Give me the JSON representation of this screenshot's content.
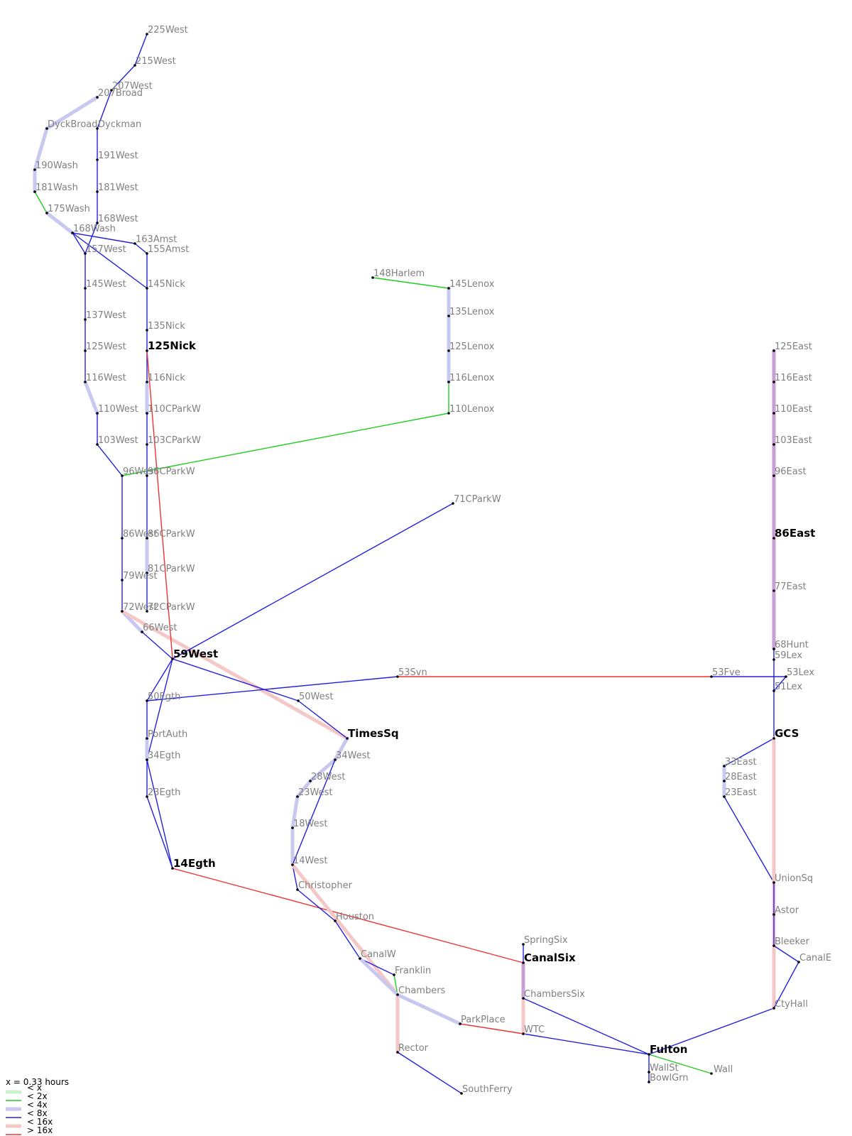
{
  "legend": {
    "unit": "x = 0.33 hours",
    "items": [
      {
        "label": "< x",
        "color": "#c8f5c8",
        "bold": true
      },
      {
        "label": "< 2x",
        "color": "#22cc22",
        "bold": false
      },
      {
        "label": "< 4x",
        "color": "#c8c8f0",
        "bold": true
      },
      {
        "label": "< 8x",
        "color": "#2222dd",
        "bold": false
      },
      {
        "label": "< 16x",
        "color": "#f5c8c8",
        "bold": true
      },
      {
        "label": "> 16x",
        "color": "#ee3333",
        "bold": false
      }
    ]
  },
  "styles": {
    "g": {
      "color": "#22cc22",
      "bold": false
    },
    "lb": {
      "color": "#c8c8f0",
      "bold": true
    },
    "b": {
      "color": "#2222dd",
      "bold": false
    },
    "lr": {
      "color": "#f5c8c8",
      "bold": true
    },
    "r": {
      "color": "#ee3333",
      "bold": false
    },
    "pu": {
      "color": "#c8a0d8",
      "bold": true
    }
  },
  "stations": [
    {
      "id": "225West",
      "label": "225West"
    },
    {
      "id": "215West",
      "label": "215West"
    },
    {
      "id": "207West",
      "label": "207West"
    },
    {
      "id": "207Broad",
      "label": "207Broad"
    },
    {
      "id": "DyckBroad",
      "label": "DyckBroad"
    },
    {
      "id": "Dyckman",
      "label": "Dyckman"
    },
    {
      "id": "191West",
      "label": "191West"
    },
    {
      "id": "190Wash",
      "label": "190Wash"
    },
    {
      "id": "181Wash",
      "label": "181Wash"
    },
    {
      "id": "181West",
      "label": "181West"
    },
    {
      "id": "175Wash",
      "label": "175Wash"
    },
    {
      "id": "168West",
      "label": "168West"
    },
    {
      "id": "168Wash",
      "label": "168Wash"
    },
    {
      "id": "163Amst",
      "label": "163Amst"
    },
    {
      "id": "155Amst",
      "label": "155Amst"
    },
    {
      "id": "157West",
      "label": "157West"
    },
    {
      "id": "145West",
      "label": "145West"
    },
    {
      "id": "145Nick",
      "label": "145Nick"
    },
    {
      "id": "137West",
      "label": "137West"
    },
    {
      "id": "135Nick",
      "label": "135Nick"
    },
    {
      "id": "125West",
      "label": "125West"
    },
    {
      "id": "125Nick",
      "label": "125Nick",
      "major": true
    },
    {
      "id": "116West",
      "label": "116West"
    },
    {
      "id": "116Nick",
      "label": "116Nick"
    },
    {
      "id": "110West",
      "label": "110West"
    },
    {
      "id": "110CParkW",
      "label": "110CParkW"
    },
    {
      "id": "103West",
      "label": "103West"
    },
    {
      "id": "103CParkW",
      "label": "103CParkW"
    },
    {
      "id": "96West",
      "label": "96West"
    },
    {
      "id": "96CParkW",
      "label": "96CParkW"
    },
    {
      "id": "86West",
      "label": "86West"
    },
    {
      "id": "86CParkW",
      "label": "86CParkW"
    },
    {
      "id": "81CParkW",
      "label": "81CParkW"
    },
    {
      "id": "79West",
      "label": "79West"
    },
    {
      "id": "72West",
      "label": "72West"
    },
    {
      "id": "72CParkW",
      "label": "72CParkW"
    },
    {
      "id": "66West",
      "label": "66West"
    },
    {
      "id": "59West",
      "label": "59West",
      "major": true
    },
    {
      "id": "148Harlem",
      "label": "148Harlem"
    },
    {
      "id": "145Lenox",
      "label": "145Lenox"
    },
    {
      "id": "135Lenox",
      "label": "135Lenox"
    },
    {
      "id": "125Lenox",
      "label": "125Lenox"
    },
    {
      "id": "116Lenox",
      "label": "116Lenox"
    },
    {
      "id": "110Lenox",
      "label": "110Lenox"
    },
    {
      "id": "71CParkW",
      "label": "71CParkW"
    },
    {
      "id": "125East",
      "label": "125East"
    },
    {
      "id": "116East",
      "label": "116East"
    },
    {
      "id": "110East",
      "label": "110East"
    },
    {
      "id": "103East",
      "label": "103East"
    },
    {
      "id": "96East",
      "label": "96East"
    },
    {
      "id": "86East",
      "label": "86East",
      "major": true
    },
    {
      "id": "77East",
      "label": "77East"
    },
    {
      "id": "68Hunt",
      "label": "68Hunt"
    },
    {
      "id": "59Lex",
      "label": "59Lex"
    },
    {
      "id": "53Lex",
      "label": "53Lex"
    },
    {
      "id": "51Lex",
      "label": "51Lex"
    },
    {
      "id": "53Fve",
      "label": "53Fve"
    },
    {
      "id": "53Svn",
      "label": "53Svn"
    },
    {
      "id": "50Egth",
      "label": "50Egth"
    },
    {
      "id": "50West",
      "label": "50West"
    },
    {
      "id": "TimesSq",
      "label": "TimesSq",
      "major": true
    },
    {
      "id": "PortAuth",
      "label": "PortAuth"
    },
    {
      "id": "34Egth",
      "label": "34Egth"
    },
    {
      "id": "34West",
      "label": "34West"
    },
    {
      "id": "28West",
      "label": "28West"
    },
    {
      "id": "23West",
      "label": "23West"
    },
    {
      "id": "23Egth",
      "label": "23Egth"
    },
    {
      "id": "18West",
      "label": "18West"
    },
    {
      "id": "14West",
      "label": "14West"
    },
    {
      "id": "14Egth",
      "label": "14Egth",
      "major": true
    },
    {
      "id": "Christopher",
      "label": "Christopher"
    },
    {
      "id": "Houston",
      "label": "Houston"
    },
    {
      "id": "CanalW",
      "label": "CanalW"
    },
    {
      "id": "Franklin",
      "label": "Franklin"
    },
    {
      "id": "Chambers",
      "label": "Chambers"
    },
    {
      "id": "Rector",
      "label": "Rector"
    },
    {
      "id": "SouthFerry",
      "label": "SouthFerry"
    },
    {
      "id": "ParkPlace",
      "label": "ParkPlace"
    },
    {
      "id": "WTC",
      "label": "WTC"
    },
    {
      "id": "SpringSix",
      "label": "SpringSix"
    },
    {
      "id": "CanalSix",
      "label": "CanalSix",
      "major": true
    },
    {
      "id": "ChambersSix",
      "label": "ChambersSix"
    },
    {
      "id": "Fulton",
      "label": "Fulton",
      "major": true
    },
    {
      "id": "WallSt",
      "label": "WallSt"
    },
    {
      "id": "BowlGrn",
      "label": "BowlGrn"
    },
    {
      "id": "Wall",
      "label": "Wall"
    },
    {
      "id": "GCS",
      "label": "GCS",
      "major": true
    },
    {
      "id": "33East",
      "label": "33East"
    },
    {
      "id": "28East",
      "label": "28East"
    },
    {
      "id": "23East",
      "label": "23East"
    },
    {
      "id": "UnionSq",
      "label": "UnionSq"
    },
    {
      "id": "Astor",
      "label": "Astor"
    },
    {
      "id": "Bleeker",
      "label": "Bleeker"
    },
    {
      "id": "CanalE",
      "label": "CanalE"
    },
    {
      "id": "CtyHall",
      "label": "CtyHall"
    }
  ],
  "edges": [
    [
      "225West",
      "215West",
      "b"
    ],
    [
      "215West",
      "207West",
      "b"
    ],
    [
      "207West",
      "Dyckman",
      "b"
    ],
    [
      "207Broad",
      "DyckBroad",
      "lb"
    ],
    [
      "DyckBroad",
      "190Wash",
      "lb"
    ],
    [
      "190Wash",
      "181Wash",
      "lb"
    ],
    [
      "181Wash",
      "175Wash",
      "g"
    ],
    [
      "175Wash",
      "168Wash",
      "lb"
    ],
    [
      "168Wash",
      "157West",
      "b"
    ],
    [
      "168Wash",
      "145Nick",
      "b"
    ],
    [
      "168Wash",
      "163Amst",
      "b"
    ],
    [
      "163Amst",
      "155Amst",
      "b"
    ],
    [
      "155Amst",
      "145Nick",
      "b"
    ],
    [
      "Dyckman",
      "191West",
      "b"
    ],
    [
      "191West",
      "181West",
      "b"
    ],
    [
      "181West",
      "168West",
      "b"
    ],
    [
      "168West",
      "157West",
      "b"
    ],
    [
      "157West",
      "145West",
      "b"
    ],
    [
      "145West",
      "137West",
      "b"
    ],
    [
      "137West",
      "125West",
      "b"
    ],
    [
      "125West",
      "116West",
      "b"
    ],
    [
      "116West",
      "110West",
      "lb"
    ],
    [
      "110West",
      "103West",
      "b"
    ],
    [
      "103West",
      "96West",
      "b"
    ],
    [
      "96West",
      "86West",
      "b"
    ],
    [
      "86West",
      "79West",
      "b"
    ],
    [
      "79West",
      "72West",
      "b"
    ],
    [
      "72West",
      "66West",
      "lb"
    ],
    [
      "66West",
      "59West",
      "b"
    ],
    [
      "72West",
      "TimesSq",
      "lr"
    ],
    [
      "145Nick",
      "135Nick",
      "b"
    ],
    [
      "135Nick",
      "125Nick",
      "b"
    ],
    [
      "125Nick",
      "116Nick",
      "b"
    ],
    [
      "116Nick",
      "110CParkW",
      "lb"
    ],
    [
      "110CParkW",
      "103CParkW",
      "b"
    ],
    [
      "103CParkW",
      "96CParkW",
      "b"
    ],
    [
      "96CParkW",
      "86CParkW",
      "b"
    ],
    [
      "86CParkW",
      "81CParkW",
      "lb"
    ],
    [
      "81CParkW",
      "72CParkW",
      "b"
    ],
    [
      "125Nick",
      "59West",
      "r"
    ],
    [
      "96West",
      "110Lenox",
      "g"
    ],
    [
      "110Lenox",
      "116Lenox",
      "g"
    ],
    [
      "116Lenox",
      "125Lenox",
      "lb"
    ],
    [
      "125Lenox",
      "135Lenox",
      "lb"
    ],
    [
      "135Lenox",
      "145Lenox",
      "lb"
    ],
    [
      "145Lenox",
      "148Harlem",
      "g"
    ],
    [
      "59West",
      "71CParkW",
      "b"
    ],
    [
      "59West",
      "50West",
      "b"
    ],
    [
      "50West",
      "TimesSq",
      "b"
    ],
    [
      "59West",
      "50Egth",
      "b"
    ],
    [
      "59West",
      "34Egth",
      "b"
    ],
    [
      "50Egth",
      "53Svn",
      "b"
    ],
    [
      "53Svn",
      "53Fve",
      "r"
    ],
    [
      "53Fve",
      "53Lex",
      "b"
    ],
    [
      "53Lex",
      "51Lex",
      "b"
    ],
    [
      "50Egth",
      "PortAuth",
      "b"
    ],
    [
      "PortAuth",
      "34Egth",
      "lb"
    ],
    [
      "34Egth",
      "23Egth",
      "b"
    ],
    [
      "23Egth",
      "14Egth",
      "b"
    ],
    [
      "34Egth",
      "14Egth",
      "b"
    ],
    [
      "14Egth",
      "CanalSix",
      "r"
    ],
    [
      "TimesSq",
      "34West",
      "lb"
    ],
    [
      "34West",
      "28West",
      "lb"
    ],
    [
      "28West",
      "23West",
      "lb"
    ],
    [
      "23West",
      "18West",
      "lb"
    ],
    [
      "18West",
      "14West",
      "lb"
    ],
    [
      "34West",
      "14West",
      "b"
    ],
    [
      "14West",
      "Christopher",
      "b"
    ],
    [
      "Christopher",
      "Houston",
      "b"
    ],
    [
      "Houston",
      "CanalW",
      "b"
    ],
    [
      "14West",
      "Chambers",
      "lr"
    ],
    [
      "CanalW",
      "Franklin",
      "b"
    ],
    [
      "Franklin",
      "Chambers",
      "g"
    ],
    [
      "CanalW",
      "Chambers",
      "lb"
    ],
    [
      "Chambers",
      "Rector",
      "lr"
    ],
    [
      "Rector",
      "SouthFerry",
      "b"
    ],
    [
      "Chambers",
      "ParkPlace",
      "lb"
    ],
    [
      "ParkPlace",
      "WTC",
      "r"
    ],
    [
      "WTC",
      "Fulton",
      "b"
    ],
    [
      "SpringSix",
      "CanalSix",
      "b"
    ],
    [
      "CanalSix",
      "ChambersSix",
      "pu"
    ],
    [
      "ChambersSix",
      "WTC",
      "lr"
    ],
    [
      "ChambersSix",
      "Fulton",
      "b"
    ],
    [
      "Fulton",
      "WallSt",
      "b"
    ],
    [
      "WallSt",
      "BowlGrn",
      "b"
    ],
    [
      "Fulton",
      "Wall",
      "g"
    ],
    [
      "Fulton",
      "CtyHall",
      "b"
    ],
    [
      "125East",
      "116East",
      "pu"
    ],
    [
      "116East",
      "110East",
      "pu"
    ],
    [
      "110East",
      "103East",
      "pu"
    ],
    [
      "103East",
      "96East",
      "pu"
    ],
    [
      "96East",
      "86East",
      "pu"
    ],
    [
      "86East",
      "77East",
      "pu"
    ],
    [
      "77East",
      "68Hunt",
      "pu"
    ],
    [
      "68Hunt",
      "59Lex",
      "b"
    ],
    [
      "59Lex",
      "51Lex",
      "b"
    ],
    [
      "51Lex",
      "GCS",
      "b"
    ],
    [
      "GCS",
      "33East",
      "b"
    ],
    [
      "33East",
      "28East",
      "lb"
    ],
    [
      "28East",
      "23East",
      "lb"
    ],
    [
      "23East",
      "UnionSq",
      "b"
    ],
    [
      "GCS",
      "CtyHall",
      "lr"
    ],
    [
      "UnionSq",
      "Astor",
      "b"
    ],
    [
      "Astor",
      "Bleeker",
      "b"
    ],
    [
      "Bleeker",
      "CanalE",
      "b"
    ],
    [
      "CanalE",
      "CtyHall",
      "b"
    ]
  ]
}
